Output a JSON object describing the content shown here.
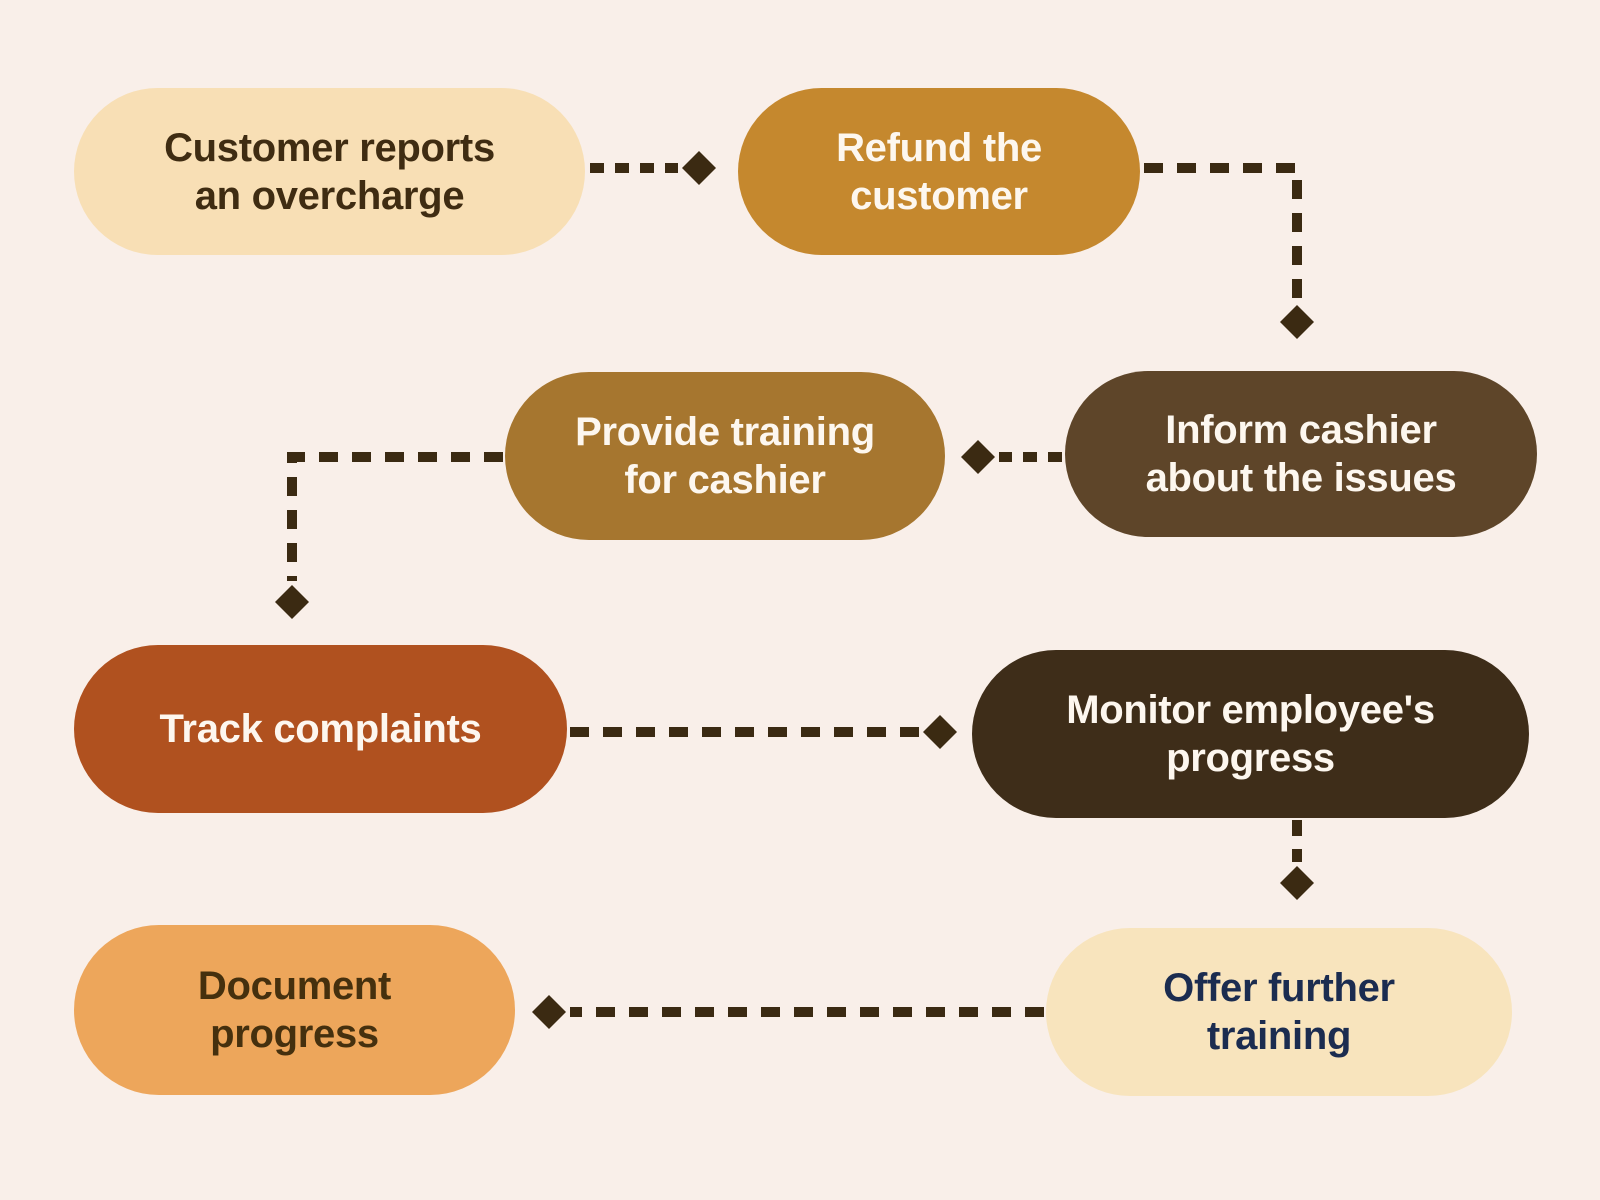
{
  "background_color": "#f9efe9",
  "connector_color": "#3b2a12",
  "nodes": [
    {
      "id": "customer-reports",
      "label": "Customer reports\nan overcharge",
      "bg": "#f8dfb5",
      "text_color": "#3f2c12"
    },
    {
      "id": "refund-customer",
      "label": "Refund the\ncustomer",
      "bg": "#c5882e",
      "text_color": "#fdf7ef"
    },
    {
      "id": "provide-training",
      "label": "Provide training\nfor cashier",
      "bg": "#a6762f",
      "text_color": "#fdf7ef"
    },
    {
      "id": "inform-cashier",
      "label": "Inform cashier\nabout the issues",
      "bg": "#5e4529",
      "text_color": "#fdf7ef"
    },
    {
      "id": "track-complaints",
      "label": "Track complaints",
      "bg": "#b0511f",
      "text_color": "#fdf7ef"
    },
    {
      "id": "monitor-progress",
      "label": "Monitor employee's\nprogress",
      "bg": "#3e2d19",
      "text_color": "#fdf7ef"
    },
    {
      "id": "document-progress",
      "label": "Document\nprogress",
      "bg": "#eda65b",
      "text_color": "#45300e"
    },
    {
      "id": "offer-training",
      "label": "Offer further\ntraining",
      "bg": "#f8e4bd",
      "text_color": "#1b2c50"
    }
  ],
  "edges": [
    {
      "from": "customer-reports",
      "to": "refund-customer"
    },
    {
      "from": "refund-customer",
      "to": "inform-cashier"
    },
    {
      "from": "inform-cashier",
      "to": "provide-training"
    },
    {
      "from": "provide-training",
      "to": "track-complaints"
    },
    {
      "from": "track-complaints",
      "to": "monitor-progress"
    },
    {
      "from": "monitor-progress",
      "to": "offer-training"
    },
    {
      "from": "offer-training",
      "to": "document-progress"
    }
  ]
}
